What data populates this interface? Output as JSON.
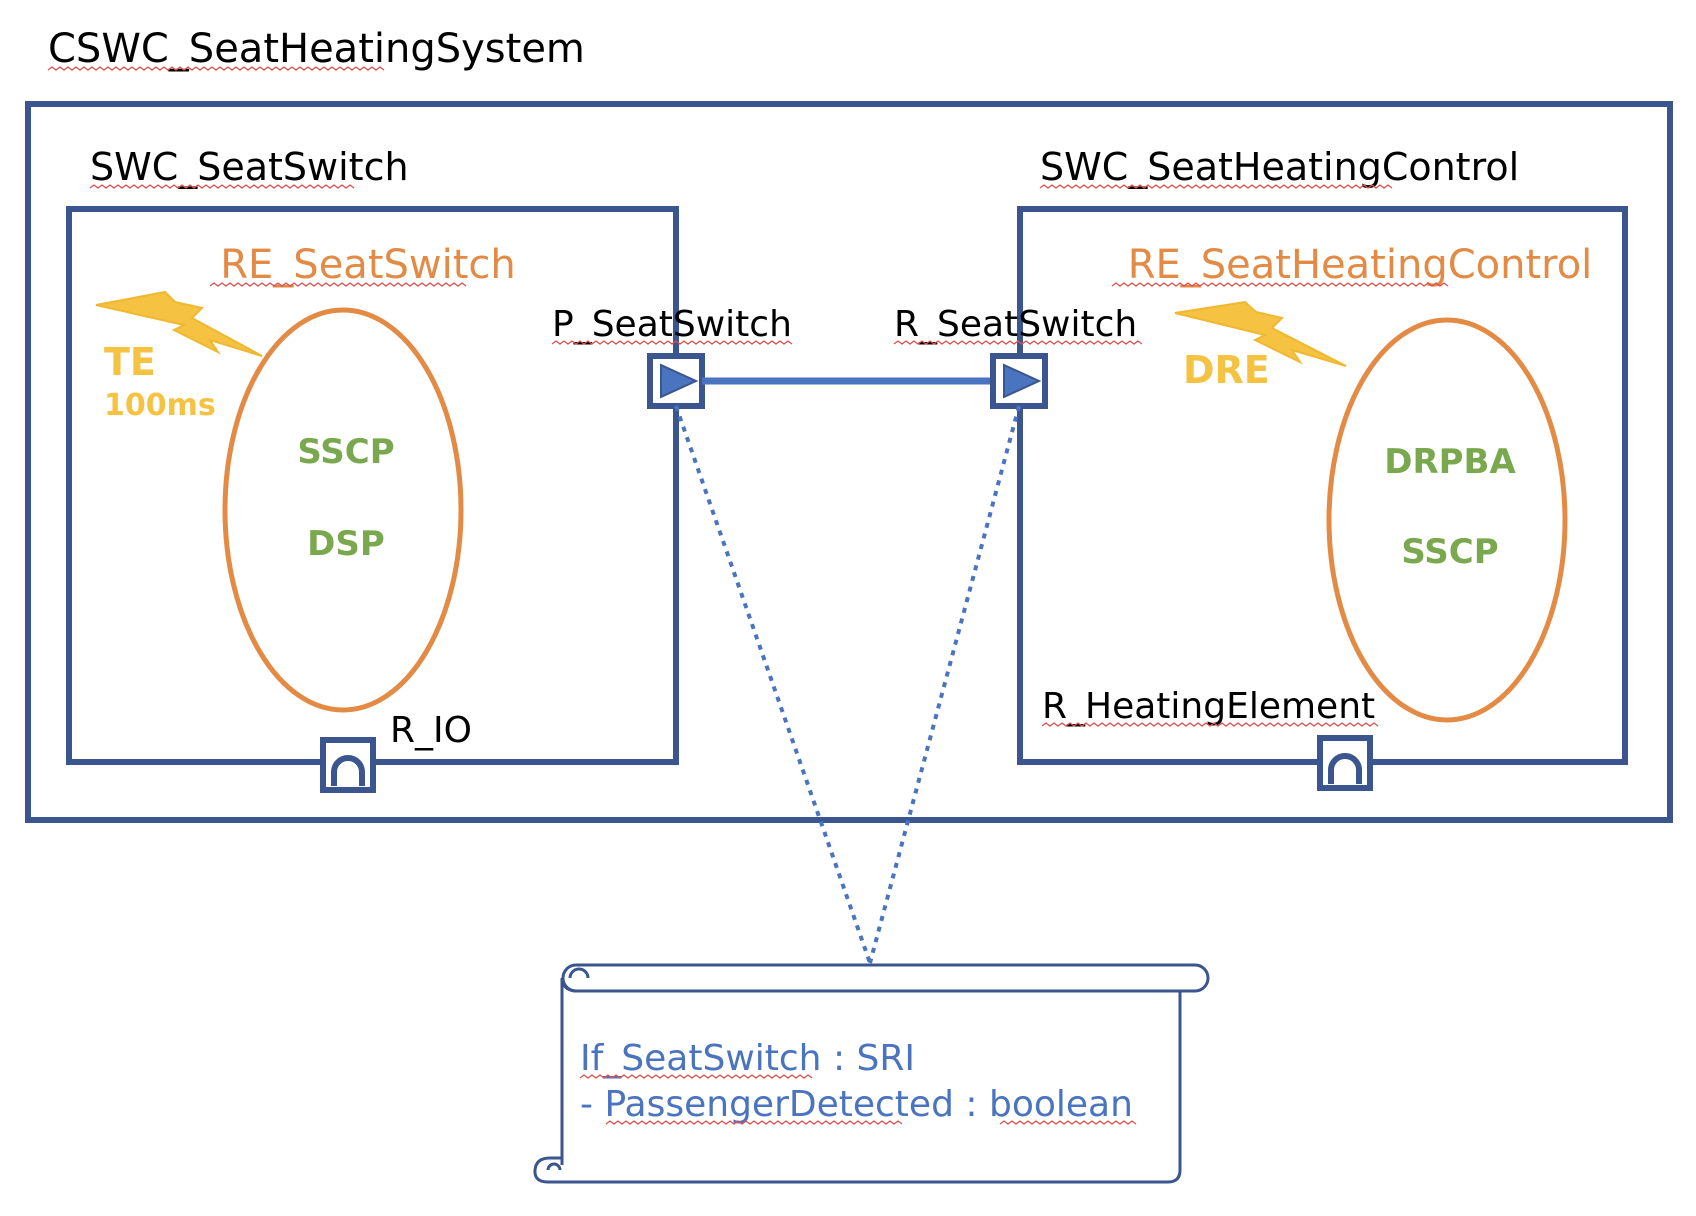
{
  "composition": {
    "title": "CSWC_SeatHeatingSystem"
  },
  "swc_left": {
    "name": "SWC_SeatSwitch",
    "runnable": "RE_SeatSwitch",
    "event": "TE",
    "event_period": "100ms",
    "access": [
      "SSCP",
      "DSP"
    ],
    "provide_port": "P_SeatSwitch",
    "io_port": "R_IO"
  },
  "swc_right": {
    "name": "SWC_SeatHeatingControl",
    "runnable": "RE_SeatHeatingControl",
    "event": "DRE",
    "access": [
      "DRPBA",
      "SSCP"
    ],
    "require_port": "R_SeatSwitch",
    "io_port": "R_HeatingElement"
  },
  "note": {
    "line1_name": "If_SeatSwitch",
    "line1_sep": ":",
    "line1_type": "SRI",
    "line2_prefix": "-",
    "line2_name": "PassengerDetected",
    "line2_sep": ":",
    "line2_type": "boolean"
  },
  "colors": {
    "frame": "#3b568f",
    "runnable": "#e38a45",
    "event": "#f5c242",
    "access": "#7aa84f",
    "connector": "#4a73c0",
    "note_text": "#4a73c0"
  }
}
